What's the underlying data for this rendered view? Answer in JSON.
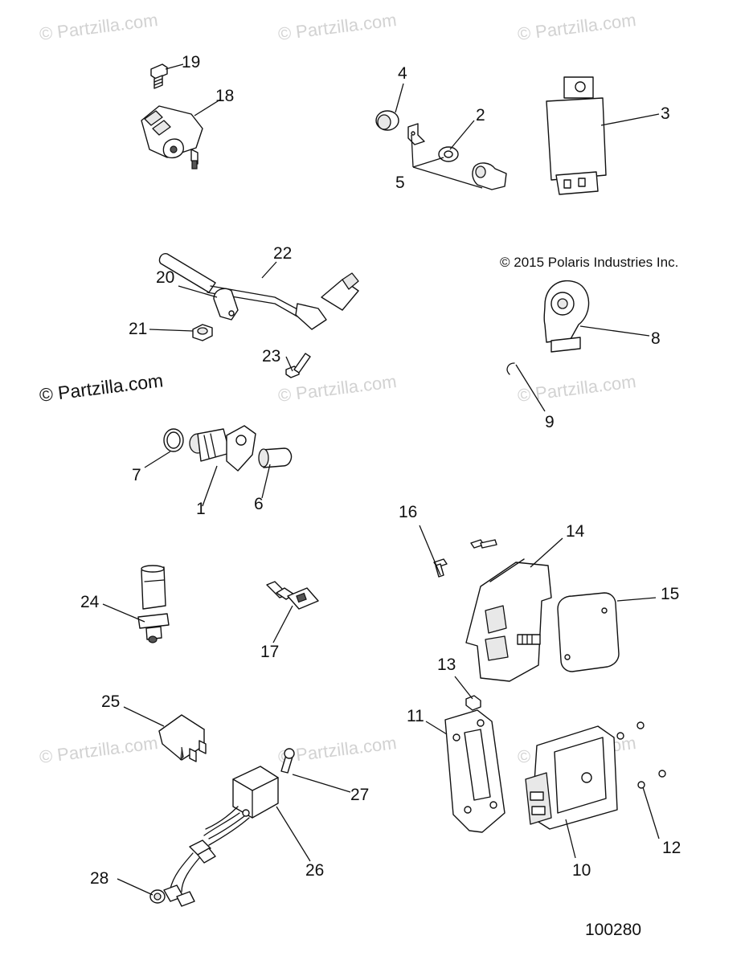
{
  "watermarks": [
    "© Partzilla.com",
    "© Partzilla.com",
    "© Partzilla.com",
    "© Partzilla.com",
    "© Partzilla.com",
    "© Partzilla.com",
    "© Partzilla.com",
    "© Partzilla.com",
    "© Partzilla.com"
  ],
  "watermark_dark": "© Partzilla.com",
  "copyright": "© 2015 Polaris Industries Inc.",
  "document_number": "100280",
  "callouts": {
    "c1": "1",
    "c2": "2",
    "c3": "3",
    "c4": "4",
    "c5": "5",
    "c6": "6",
    "c7": "7",
    "c8": "8",
    "c9": "9",
    "c10": "10",
    "c11": "11",
    "c12": "12",
    "c13": "13",
    "c14": "14",
    "c15": "15",
    "c16": "16",
    "c17": "17",
    "c18": "18",
    "c19": "19",
    "c20": "20",
    "c21": "21",
    "c22": "22",
    "c23": "23",
    "c24": "24",
    "c25": "25",
    "c26": "26",
    "c27": "27",
    "c28": "28"
  }
}
